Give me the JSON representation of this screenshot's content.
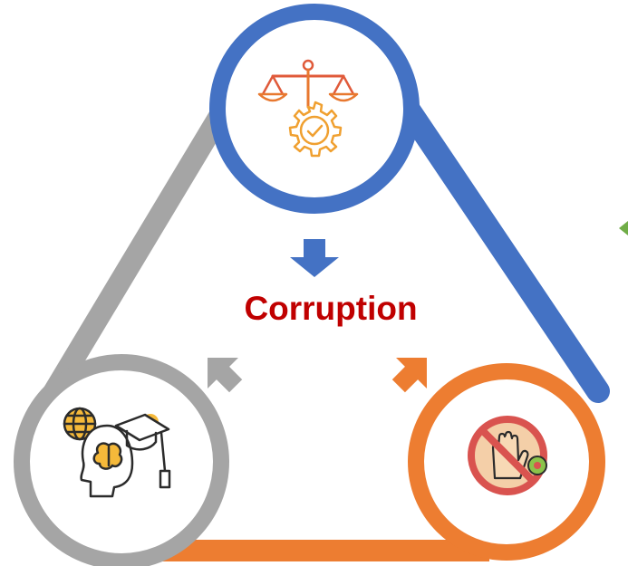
{
  "diagram": {
    "center_label": "Corruption",
    "colors": {
      "blue": "#4472C4",
      "gray": "#A5A5A5",
      "orange": "#ED7D31",
      "label": "#C00000",
      "green": "#70AD47",
      "icon_blue_group": "#E8782F",
      "icon_red": "#D9534F"
    },
    "nodes": [
      {
        "id": "top",
        "icon": "balance-scale-gear-check-icon",
        "color": "blue"
      },
      {
        "id": "bottom-left",
        "icon": "head-brain-globe-graduation-cap-icon",
        "color": "gray"
      },
      {
        "id": "bottom-right",
        "icon": "no-virus-hand-prohibition-icon",
        "color": "orange"
      }
    ],
    "arrows": [
      {
        "id": "arrow-top",
        "direction": "down",
        "color": "blue"
      },
      {
        "id": "arrow-left",
        "direction": "up-right",
        "color": "gray"
      },
      {
        "id": "arrow-right",
        "direction": "up-left",
        "color": "orange"
      }
    ]
  }
}
